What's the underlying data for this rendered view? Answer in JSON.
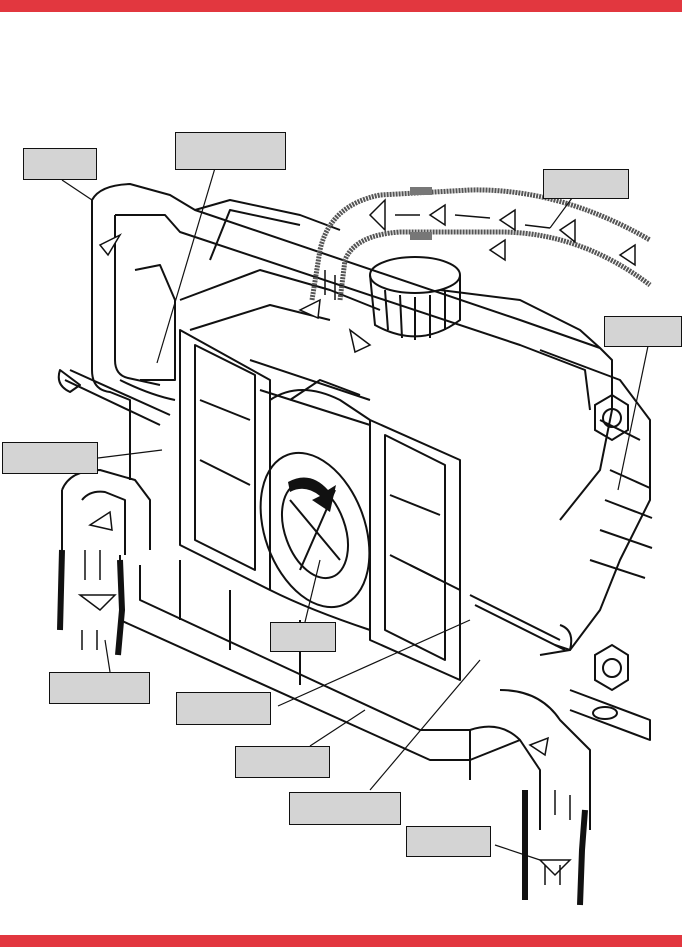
{
  "colors": {
    "bar": "#e2373f",
    "label_fill": "#d4d4d4",
    "line": "#111111",
    "hose": "#555555",
    "arrow_fill": "#ffffff"
  },
  "labels": [
    {
      "id": "label-top-left",
      "text": ""
    },
    {
      "id": "label-top-center",
      "text": ""
    },
    {
      "id": "label-top-right",
      "text": ""
    },
    {
      "id": "label-right",
      "text": ""
    },
    {
      "id": "label-left",
      "text": ""
    },
    {
      "id": "label-center",
      "text": ""
    },
    {
      "id": "label-bottom-left",
      "text": ""
    },
    {
      "id": "label-bottom-1",
      "text": ""
    },
    {
      "id": "label-bottom-2",
      "text": ""
    },
    {
      "id": "label-bottom-3",
      "text": ""
    },
    {
      "id": "label-bottom-4",
      "text": ""
    }
  ],
  "icons": [
    "flow-arrow-icon",
    "rotation-arrow-icon",
    "nut-icon",
    "knob-icon"
  ]
}
